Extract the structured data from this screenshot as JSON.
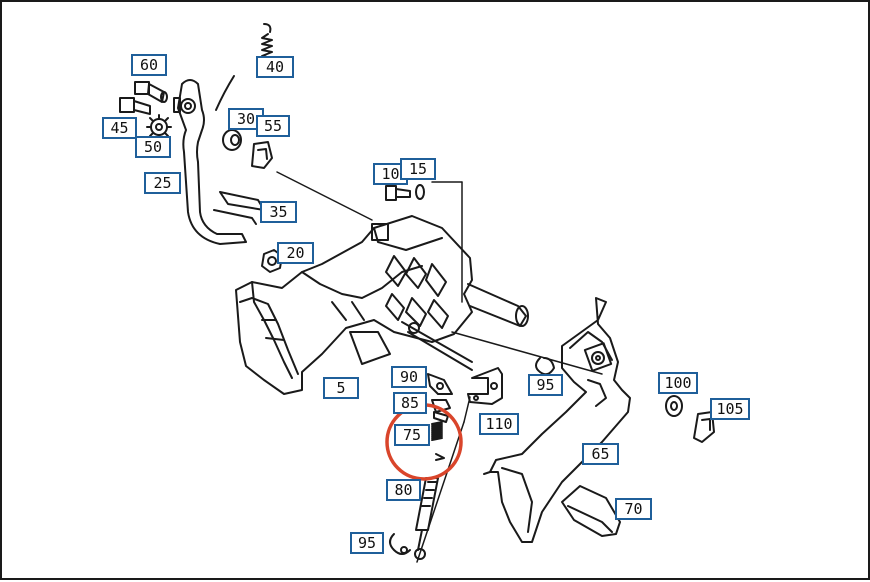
{
  "diagram": {
    "callouts": [
      {
        "id": "c60",
        "label": "60"
      },
      {
        "id": "c40",
        "label": "40"
      },
      {
        "id": "c45",
        "label": "45"
      },
      {
        "id": "c50",
        "label": "50"
      },
      {
        "id": "c30",
        "label": "30"
      },
      {
        "id": "c55",
        "label": "55"
      },
      {
        "id": "c25",
        "label": "25"
      },
      {
        "id": "c10",
        "label": "10"
      },
      {
        "id": "c15",
        "label": "15"
      },
      {
        "id": "c35",
        "label": "35"
      },
      {
        "id": "c20",
        "label": "20"
      },
      {
        "id": "c5",
        "label": "5"
      },
      {
        "id": "c90",
        "label": "90"
      },
      {
        "id": "c95a",
        "label": "95"
      },
      {
        "id": "c100",
        "label": "100"
      },
      {
        "id": "c85",
        "label": "85"
      },
      {
        "id": "c110",
        "label": "110"
      },
      {
        "id": "c105",
        "label": "105"
      },
      {
        "id": "c75",
        "label": "75"
      },
      {
        "id": "c65",
        "label": "65"
      },
      {
        "id": "c80",
        "label": "80"
      },
      {
        "id": "c70",
        "label": "70"
      },
      {
        "id": "c95b",
        "label": "95"
      }
    ],
    "colors": {
      "callout_border": "#1f5f9a",
      "line_art": "#1a1a1a",
      "highlight_ring": "#d9452b"
    },
    "highlighted_part": "75"
  }
}
